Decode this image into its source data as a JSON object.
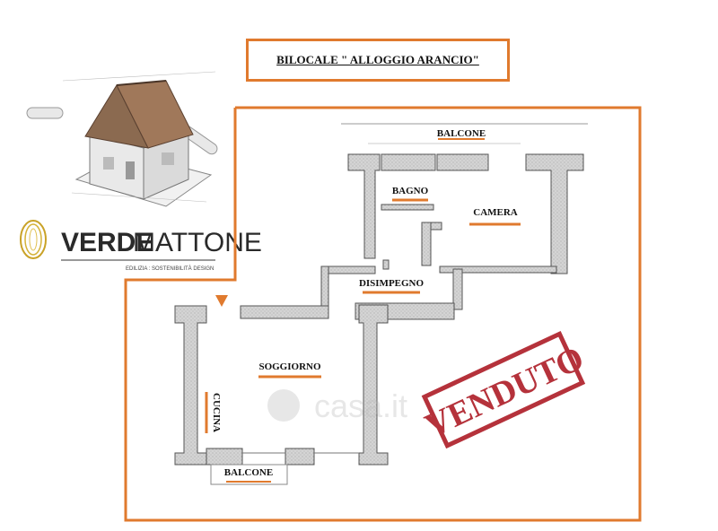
{
  "title": "BILOCALE \" ALLOGGIO ARANCIO\"",
  "brand": {
    "name_part1": "VERDE",
    "name_part2": "MATTONE",
    "tagline": "EDILIZIA : SOSTENIBILITÀ  DESIGN"
  },
  "rooms": {
    "balcone_top": "BALCONE",
    "bagno": "BAGNO",
    "camera": "CAMERA",
    "disimpegno": "DISIMPEGNO",
    "soggiorno": "SOGGIORNO",
    "cucina": "CUCINA",
    "balcone_bottom": "BALCONE"
  },
  "stamp": "VENDUTO",
  "watermark": "casa.it",
  "colors": {
    "accent": "#e07a2e",
    "wall": "#c9c9c9",
    "stamp": "#b5323b",
    "logo_gold": "#c9a227"
  }
}
